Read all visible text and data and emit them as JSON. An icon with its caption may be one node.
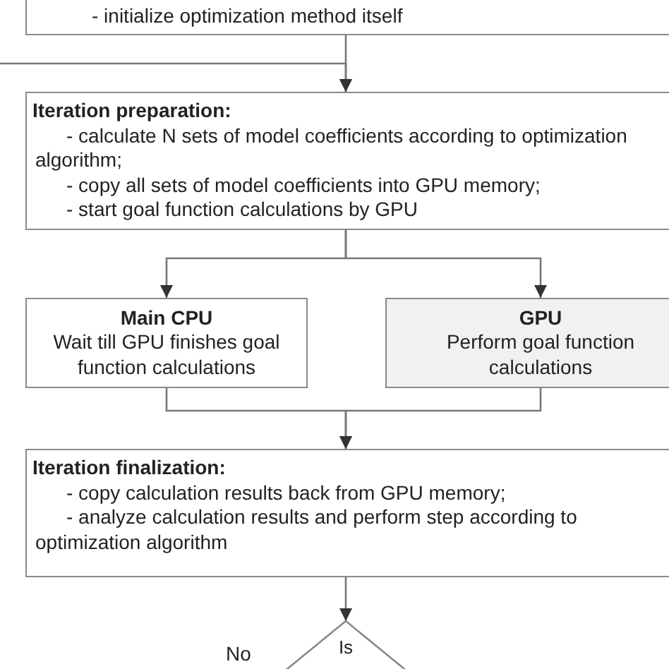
{
  "diagram": {
    "nodes": [
      {
        "text": [
          "- initialize optimization method itself"
        ]
      },
      {
        "text": [
          "Iteration preparation:",
          "- calculate N sets of model coefficients according to optimization algorithm;",
          "- copy all sets of model coefficients into GPU memory;",
          "- start goal function calculations by GPU"
        ]
      },
      {
        "text": [
          "Main CPU",
          "Wait till GPU finishes goal function calculations"
        ]
      },
      {
        "text": [
          "GPU",
          "Perform goal function calculations"
        ]
      },
      {
        "text": [
          "Iteration finalization:",
          "- copy calculation results back from GPU memory;",
          "- analyze calculation results and perform step according to optimization algorithm"
        ]
      },
      {
        "text": [
          "Is"
        ]
      }
    ],
    "edges": [
      {
        "from": 0,
        "to": 1,
        "arrow": "to"
      },
      {
        "from": 5,
        "to": 1,
        "arrow": "to",
        "label": "No"
      },
      {
        "from": 1,
        "to": 2,
        "arrow": "to"
      },
      {
        "from": 1,
        "to": 3,
        "arrow": "to"
      },
      {
        "from": 2,
        "to": 4,
        "arrow": "to"
      },
      {
        "from": 3,
        "to": 4,
        "arrow": "to"
      },
      {
        "from": 4,
        "to": 5,
        "arrow": "to"
      }
    ]
  }
}
